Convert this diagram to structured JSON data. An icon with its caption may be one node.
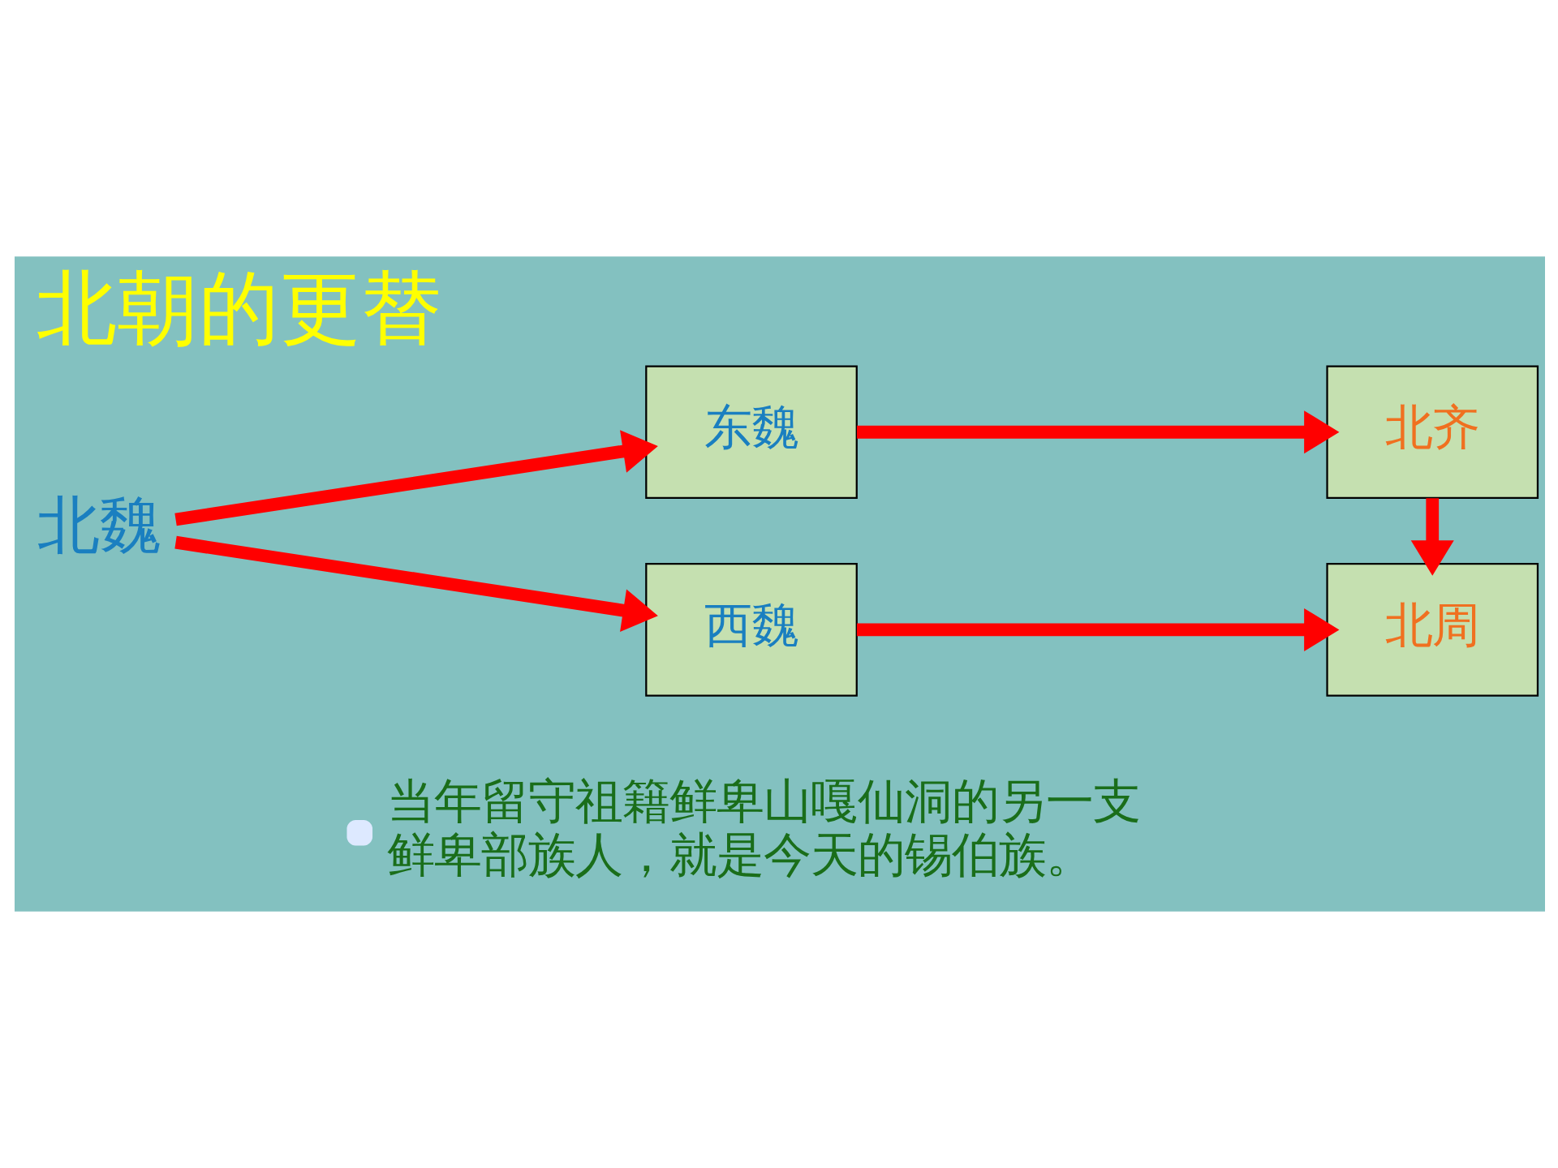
{
  "diagram": {
    "title": "北朝的更替",
    "nodes": [
      {
        "text": [
          "北魏"
        ]
      },
      {
        "text": [
          "东魏"
        ]
      },
      {
        "text": [
          "北齐"
        ]
      },
      {
        "text": [
          "西魏"
        ]
      },
      {
        "text": [
          "北周"
        ]
      }
    ],
    "edges": [
      {
        "from": 0,
        "to": 1,
        "arrow": "to"
      },
      {
        "from": 0,
        "to": 3,
        "arrow": "to"
      },
      {
        "from": 1,
        "to": 2,
        "arrow": "to"
      },
      {
        "from": 2,
        "to": 4,
        "arrow": "to"
      },
      {
        "from": 3,
        "to": 4,
        "arrow": "to"
      }
    ],
    "labels": [
      "当年留守祖籍鲜卑山嘎仙洞的另一支鲜卑部族人，就是今天的锡伯族。"
    ]
  }
}
